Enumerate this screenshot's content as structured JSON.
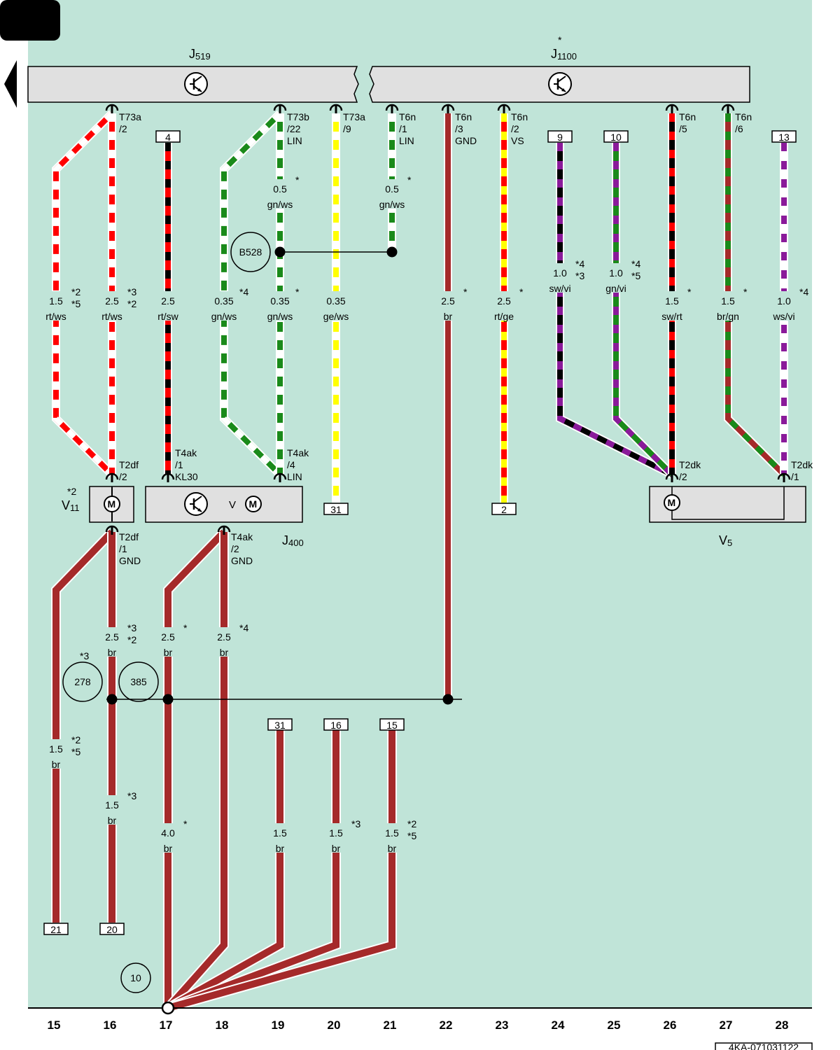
{
  "components": {
    "j519": {
      "name": "J",
      "sub": "519"
    },
    "j1100": {
      "name": "J",
      "sub": "1100",
      "mark": "*"
    },
    "j400": {
      "name": "J",
      "sub": "400",
      "inner": "V"
    },
    "v11": {
      "name": "V",
      "sub": "11",
      "mark": "*2"
    },
    "v5": {
      "name": "V",
      "sub": "5"
    }
  },
  "pins": [
    {
      "id": "p16top",
      "l1": "T73a",
      "l2": "/2",
      "l3": ""
    },
    {
      "id": "p19top",
      "l1": "T73b",
      "l2": "/22",
      "l3": "LIN"
    },
    {
      "id": "p20top",
      "l1": "T73a",
      "l2": "/9",
      "l3": ""
    },
    {
      "id": "p21top",
      "l1": "T6n",
      "l2": "/1",
      "l3": "LIN"
    },
    {
      "id": "p22top",
      "l1": "T6n",
      "l2": "/3",
      "l3": "GND"
    },
    {
      "id": "p23top",
      "l1": "T6n",
      "l2": "/2",
      "l3": "VS"
    },
    {
      "id": "p26top",
      "l1": "T6n",
      "l2": "/5",
      "l3": ""
    },
    {
      "id": "p27top",
      "l1": "T6n",
      "l2": "/6",
      "l3": ""
    },
    {
      "id": "p16mid",
      "l1": "T2df",
      "l2": "/2",
      "l3": ""
    },
    {
      "id": "p17mid",
      "l1": "T4ak",
      "l2": "/1",
      "l3": "KL30"
    },
    {
      "id": "p19mid",
      "l1": "T4ak",
      "l2": "/4",
      "l3": "LIN"
    },
    {
      "id": "p26mid",
      "l1": "T2dk",
      "l2": "/2",
      "l3": ""
    },
    {
      "id": "p28mid",
      "l1": "T2dk",
      "l2": "/1",
      "l3": ""
    },
    {
      "id": "p16bot",
      "l1": "T2df",
      "l2": "/1",
      "l3": "GND"
    },
    {
      "id": "p18bot",
      "l1": "T4ak",
      "l2": "/2",
      "l3": "GND"
    }
  ],
  "wires": [
    {
      "id": "w15a",
      "size": "1.5",
      "color": "rt/ws",
      "note": "*2\n*5"
    },
    {
      "id": "w16a",
      "size": "2.5",
      "color": "rt/ws",
      "note": "*3\n*2"
    },
    {
      "id": "w17a",
      "size": "2.5",
      "color": "rt/sw",
      "note": ""
    },
    {
      "id": "w18a",
      "size": "0.35",
      "color": "gn/ws",
      "note": "*4"
    },
    {
      "id": "w19a",
      "size": "0.35",
      "color": "gn/ws",
      "note": "*"
    },
    {
      "id": "w19b",
      "size": "0.5",
      "color": "gn/ws",
      "note": "*"
    },
    {
      "id": "w20a",
      "size": "0.35",
      "color": "ge/ws",
      "note": ""
    },
    {
      "id": "w21a",
      "size": "0.5",
      "color": "gn/ws",
      "note": "*"
    },
    {
      "id": "w22a",
      "size": "2.5",
      "color": "br",
      "note": "*"
    },
    {
      "id": "w23a",
      "size": "2.5",
      "color": "rt/ge",
      "note": "*"
    },
    {
      "id": "w24a",
      "size": "1.0",
      "color": "sw/vi",
      "note": "*4\n*3"
    },
    {
      "id": "w25a",
      "size": "1.0",
      "color": "gn/vi",
      "note": "*4\n*5"
    },
    {
      "id": "w26a",
      "size": "1.5",
      "color": "sw/rt",
      "note": "*"
    },
    {
      "id": "w27a",
      "size": "1.5",
      "color": "br/gn",
      "note": "*"
    },
    {
      "id": "w28a",
      "size": "1.0",
      "color": "ws/vi",
      "note": "*4"
    },
    {
      "id": "w16b",
      "size": "2.5",
      "color": "br",
      "note": "*3\n*2"
    },
    {
      "id": "w17b",
      "size": "2.5",
      "color": "br",
      "note": "*"
    },
    {
      "id": "w18b",
      "size": "2.5",
      "color": "br",
      "note": "*4"
    },
    {
      "id": "w15b",
      "size": "1.5",
      "color": "br",
      "note": "*2\n*5"
    },
    {
      "id": "w16c",
      "size": "1.5",
      "color": "br",
      "note": "*3"
    },
    {
      "id": "w17c",
      "size": "4.0",
      "color": "br",
      "note": "*"
    },
    {
      "id": "w19c",
      "size": "1.5",
      "color": "br",
      "note": ""
    },
    {
      "id": "w20c",
      "size": "1.5",
      "color": "br",
      "note": "*3"
    },
    {
      "id": "w21c",
      "size": "1.5",
      "color": "br",
      "note": "*2\n*5"
    }
  ],
  "refs": {
    "r17": "4",
    "r24": "9",
    "r25": "10",
    "r28": "13",
    "r20": "31",
    "r23": "2",
    "r19b": "31",
    "r20b": "16",
    "r21b": "15",
    "r15b": "21",
    "r16b": "20"
  },
  "circles": {
    "b528": "B528",
    "c278": "278",
    "c278mark": "*3",
    "c385": "385",
    "c10": "10"
  },
  "columns": [
    "15",
    "16",
    "17",
    "18",
    "19",
    "20",
    "21",
    "22",
    "23",
    "24",
    "25",
    "26",
    "27",
    "28"
  ],
  "footer": {
    "code": "4KA-071031122"
  },
  "colors": {
    "background": "#c0e4d8",
    "box": "#e0e0e0",
    "rt": "#ff0000",
    "ws": "#ffffff",
    "sw": "#000000",
    "gn": "#1a8a1a",
    "ge": "#ffff00",
    "br": "#a52a2a",
    "vi": "#8a1a9a"
  }
}
